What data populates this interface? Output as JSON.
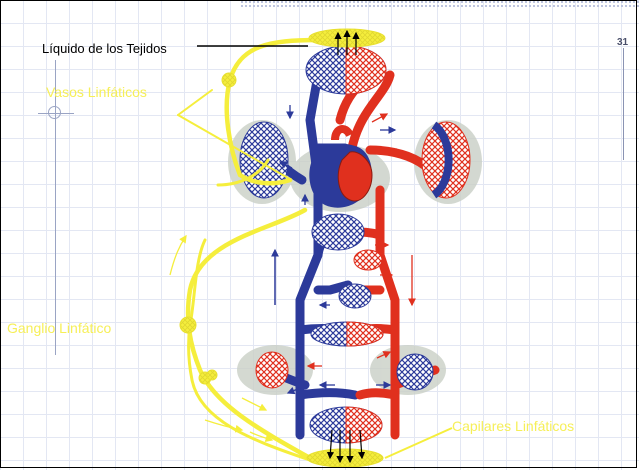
{
  "slide": {
    "number": "31"
  },
  "labels": {
    "tissue_fluid": "Líquido de los Tejidos",
    "lymph_vessels": "Vasos Linfáticos",
    "lymph_node": "Ganglio Linfático",
    "lymph_capillaries": "Capilares Linfáticos"
  },
  "colors": {
    "lymph": "#f5ee3c",
    "vein": "#2c3a9a",
    "artery": "#e0301e",
    "organ_shadow": "#c9cfc6",
    "grid": "#e3e7f3"
  }
}
